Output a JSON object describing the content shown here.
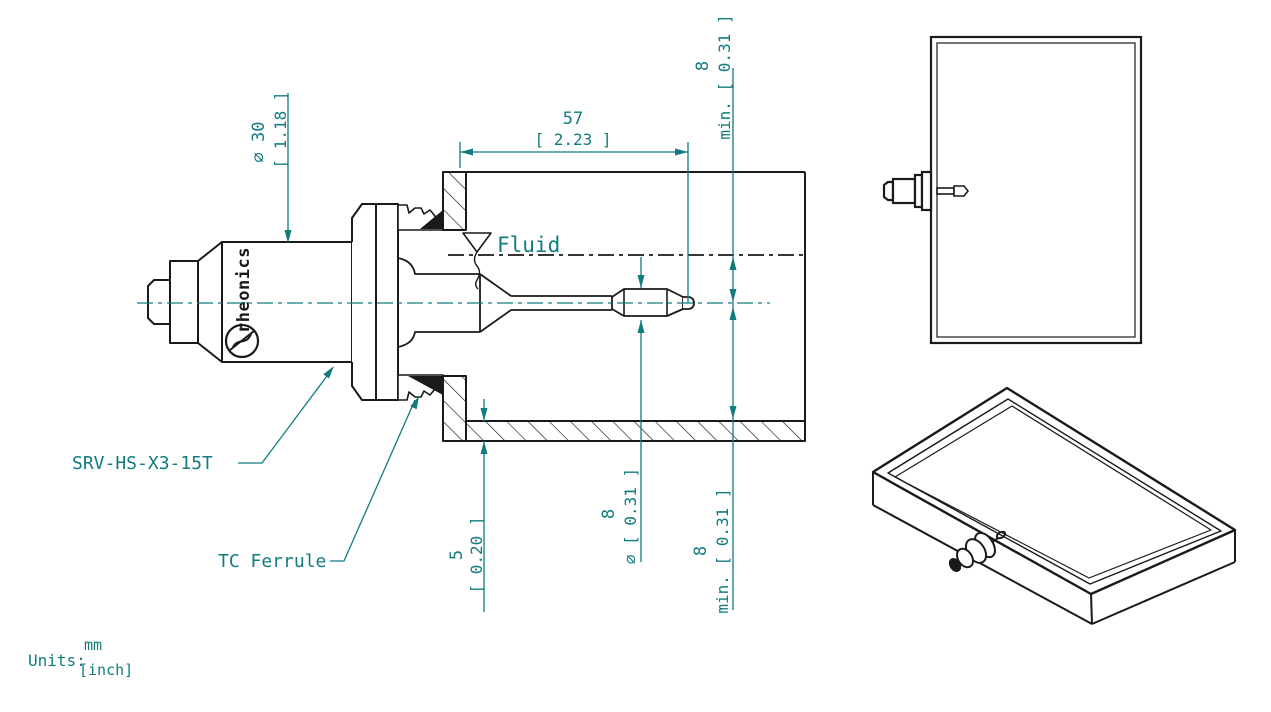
{
  "colors": {
    "accent_teal": "#117c7f",
    "line_black": "#1a1a1a",
    "background": "#ffffff"
  },
  "main_view": {
    "brand": "rheonics",
    "model_label": "SRV-HS-X3-15T",
    "ferrule_label": "TC Ferrule",
    "fluid_label": "Fluid",
    "dimensions": {
      "body_diameter": {
        "value_mm": "⌀ 30",
        "value_inch": "[ 1.18 ]"
      },
      "insertion_length": {
        "value_mm": "57",
        "value_inch": "[ 2.23 ]"
      },
      "clearance_above_sensor": {
        "value_mm": "8",
        "value_inch": "min. [ 0.31 ]"
      },
      "sensor_tip_diameter": {
        "value_mm": "8",
        "value_inch": "⌀ [ 0.31 ]"
      },
      "clearance_below_sensor": {
        "value_mm": "8",
        "value_inch": "min. [ 0.31 ]"
      },
      "wall_thickness": {
        "value_mm": "5",
        "value_inch": "[ 0.20 ]"
      }
    }
  },
  "units_note": {
    "label": "Units:",
    "primary": "mm",
    "secondary": "[inch]"
  }
}
